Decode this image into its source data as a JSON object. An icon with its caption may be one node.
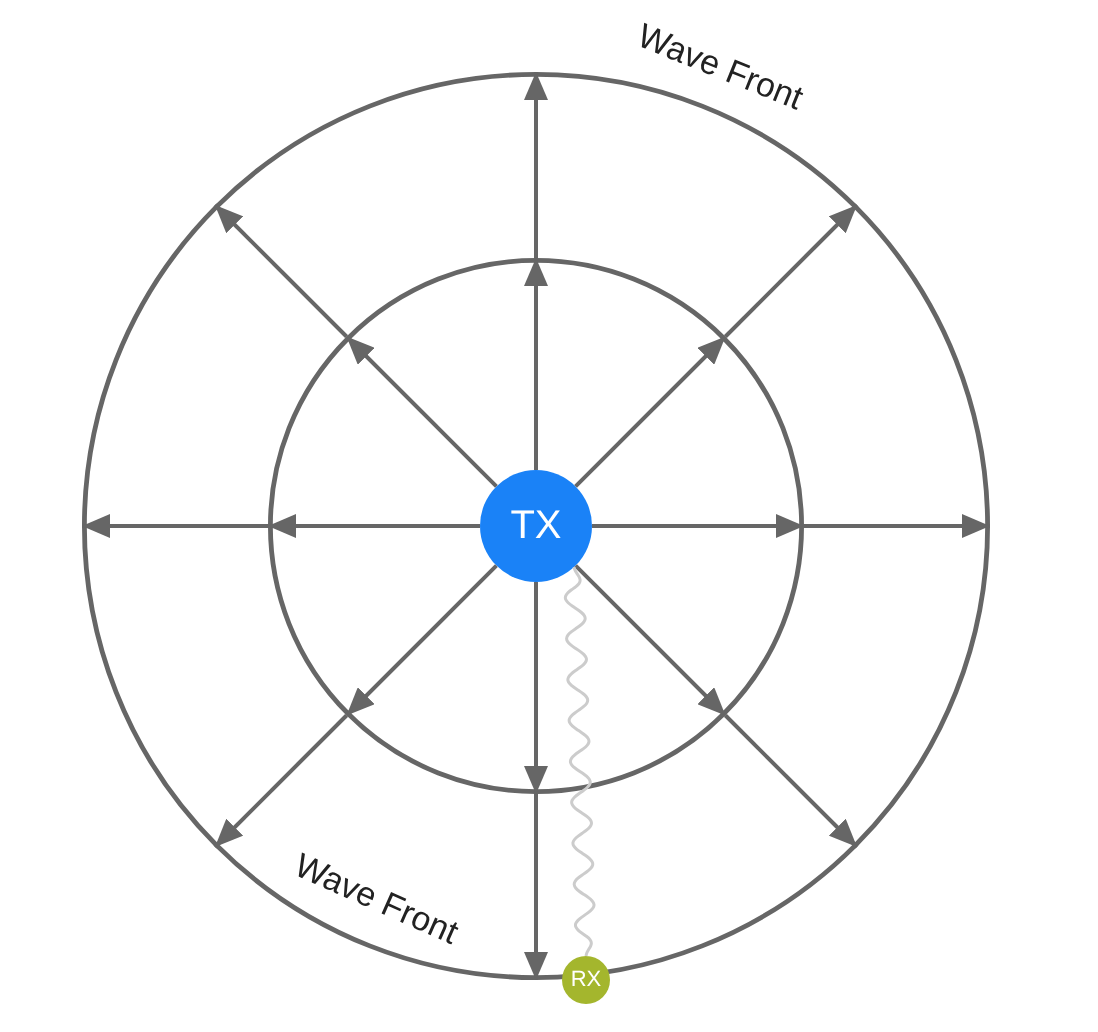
{
  "diagram": {
    "nodes": [
      {
        "text": [],
        "shape": "circle"
      },
      {
        "text": [],
        "shape": "circle",
        "in": 0
      },
      {
        "text": [
          "TX"
        ],
        "in": 1
      },
      {
        "text": [
          "RX"
        ]
      }
    ],
    "edges": [
      {
        "from": 2,
        "to": 1,
        "arrow": "to"
      },
      {
        "from": 2,
        "to": 1,
        "arrow": "to"
      },
      {
        "from": 2,
        "to": 1,
        "arrow": "to"
      },
      {
        "from": 2,
        "to": 1,
        "arrow": "to"
      },
      {
        "from": 2,
        "to": 1,
        "arrow": "to"
      },
      {
        "from": 2,
        "to": 1,
        "arrow": "to"
      },
      {
        "from": 2,
        "to": 1,
        "arrow": "to"
      },
      {
        "from": 2,
        "to": 1,
        "arrow": "to"
      },
      {
        "from": 1,
        "to": 0,
        "arrow": "to"
      },
      {
        "from": 1,
        "to": 0,
        "arrow": "to"
      },
      {
        "from": 1,
        "to": 0,
        "arrow": "to"
      },
      {
        "from": 1,
        "to": 0,
        "arrow": "to"
      },
      {
        "from": 1,
        "to": 0,
        "arrow": "to"
      },
      {
        "from": 1,
        "to": 0,
        "arrow": "to"
      },
      {
        "from": 1,
        "to": 0,
        "arrow": "to"
      },
      {
        "from": 1,
        "to": 0,
        "arrow": "to"
      },
      {
        "from": 2,
        "to": 3,
        "arrow": "none",
        "color": "#cccccc"
      }
    ],
    "labels": [
      "Wave Front",
      "Wave Front"
    ]
  }
}
